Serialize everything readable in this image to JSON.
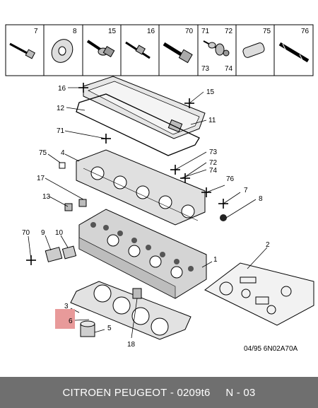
{
  "parts_bar": {
    "cells": [
      {
        "labels": [
          "7"
        ],
        "icon": "long-bolt-icon"
      },
      {
        "labels": [
          "8"
        ],
        "icon": "washer-icon"
      },
      {
        "labels": [
          "15"
        ],
        "icon": "flange-bolt-icon"
      },
      {
        "labels": [
          "16"
        ],
        "icon": "stud-bolt-icon"
      },
      {
        "labels": [
          "70"
        ],
        "icon": "hex-bolt-icon"
      },
      {
        "labels": [
          "71",
          "72",
          "73",
          "74"
        ],
        "icon": "bolt-with-grommet-icon"
      },
      {
        "labels": [
          "75"
        ],
        "icon": "valve-guide-icon"
      },
      {
        "labels": [
          "76"
        ],
        "icon": "threaded-stud-icon"
      }
    ]
  },
  "callouts": [
    "16",
    "15",
    "12",
    "11",
    "71",
    "73",
    "72",
    "74",
    "75",
    "4",
    "76",
    "17",
    "7",
    "8",
    "13",
    "70",
    "9",
    "10",
    "2",
    "1",
    "3",
    "6",
    "5",
    "18"
  ],
  "reference": "04/95  6N02A70A",
  "footer": {
    "brand": "CITROEN PEUGEOT",
    "separator": " - ",
    "code": "0209t6",
    "page": "N - 03"
  },
  "highlight_color": "#e89a9a"
}
